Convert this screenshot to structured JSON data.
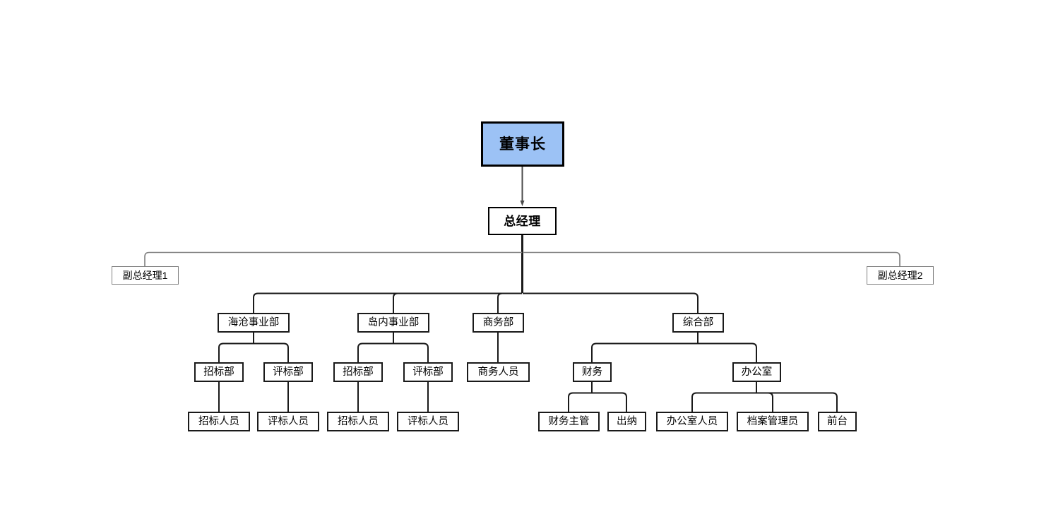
{
  "diagram": {
    "type": "organization-chart",
    "background": "#ffffff",
    "colors": {
      "root_fill": "#9cc2f5",
      "root_border": "#000000",
      "node_fill": "#ffffff",
      "node_border": "#1a1a1a",
      "deputy_border": "#7f7f7f",
      "edge": "#1a1a1a",
      "deputy_edge": "#7f7f7f"
    },
    "nodes": {
      "chairman": "董事长",
      "general_manager": "总经理",
      "deputy_gm_1": "副总经理1",
      "deputy_gm_2": "副总经理2",
      "dept_haicang": "海沧事业部",
      "dept_daonei": "岛内事业部",
      "dept_business": "商务部",
      "dept_general": "综合部",
      "haicang_bidding": "招标部",
      "haicang_evaluation": "评标部",
      "daonei_bidding": "招标部",
      "daonei_evaluation": "评标部",
      "business_staff": "商务人员",
      "finance": "财务",
      "office": "办公室",
      "haicang_bidding_staff": "招标人员",
      "haicang_evaluation_staff": "评标人员",
      "daonei_bidding_staff": "招标人员",
      "daonei_evaluation_staff": "评标人员",
      "finance_supervisor": "财务主管",
      "cashier": "出纳",
      "office_staff": "办公室人员",
      "archivist": "档案管理员",
      "reception": "前台"
    }
  }
}
